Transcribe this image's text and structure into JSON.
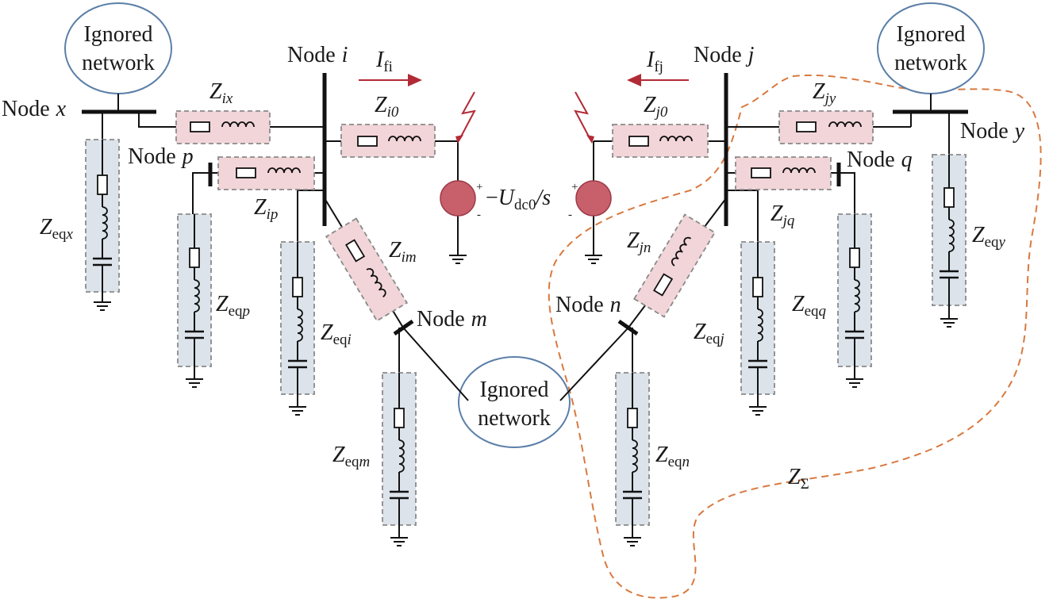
{
  "networks": [
    {
      "line1": "Ignored",
      "line2": "network"
    },
    {
      "line1": "Ignored",
      "line2": "network"
    },
    {
      "line1": "Ignored",
      "line2": "network"
    }
  ],
  "nodes": {
    "x": {
      "word": "Node",
      "var": "x"
    },
    "p": {
      "word": "Node",
      "var": "p"
    },
    "i": {
      "word": "Node",
      "var": "i"
    },
    "m": {
      "word": "Node",
      "var": "m"
    },
    "j": {
      "word": "Node",
      "var": "j"
    },
    "n": {
      "word": "Node",
      "var": "n"
    },
    "q": {
      "word": "Node",
      "var": "q"
    },
    "y": {
      "word": "Node",
      "var": "y"
    }
  },
  "currents": {
    "fi": {
      "sym": "I",
      "sub": "fi"
    },
    "fj": {
      "sym": "I",
      "sub": "fj"
    }
  },
  "source": {
    "minus": "−",
    "sym": "U",
    "sub": "dc0",
    "tail": "/s",
    "plus": "+",
    "minus_sign": "-"
  },
  "impedances": {
    "Zix": {
      "sym": "Z",
      "sub": "ix"
    },
    "Zi0": {
      "sym": "Z",
      "sub": "i0"
    },
    "Zip": {
      "sym": "Z",
      "sub": "ip"
    },
    "Zim": {
      "sym": "Z",
      "sub": "im"
    },
    "Zj0": {
      "sym": "Z",
      "sub": "j0"
    },
    "Zjy": {
      "sym": "Z",
      "sub": "jy"
    },
    "Zjq": {
      "sym": "Z",
      "sub": "jq"
    },
    "Zjn": {
      "sym": "Z",
      "sub": "jn"
    },
    "Zeqx": {
      "sym": "Z",
      "sub1": "eq",
      "sub2": "x"
    },
    "Zeqp": {
      "sym": "Z",
      "sub1": "eq",
      "sub2": "p"
    },
    "Zeqi": {
      "sym": "Z",
      "sub1": "eq",
      "sub2": "i"
    },
    "Zeqm": {
      "sym": "Z",
      "sub1": "eq",
      "sub2": "m"
    },
    "Zeqn": {
      "sym": "Z",
      "sub1": "eq",
      "sub2": "n"
    },
    "Zeqj": {
      "sym": "Z",
      "sub1": "eq",
      "sub2": "j"
    },
    "Zeqq": {
      "sym": "Z",
      "sub1": "eq",
      "sub2": "q"
    },
    "Zeqy": {
      "sym": "Z",
      "sub1": "eq",
      "sub2": "y"
    },
    "Zsigma": {
      "sym": "Z",
      "sub": "Σ"
    }
  },
  "colors": {
    "series_box": "#f2d5d9",
    "shunt_box": "#dce3ea",
    "fault": "#b22a35",
    "source": "#c8606c",
    "boundary": "#d9793f",
    "network_outline": "#5b7fa8"
  }
}
